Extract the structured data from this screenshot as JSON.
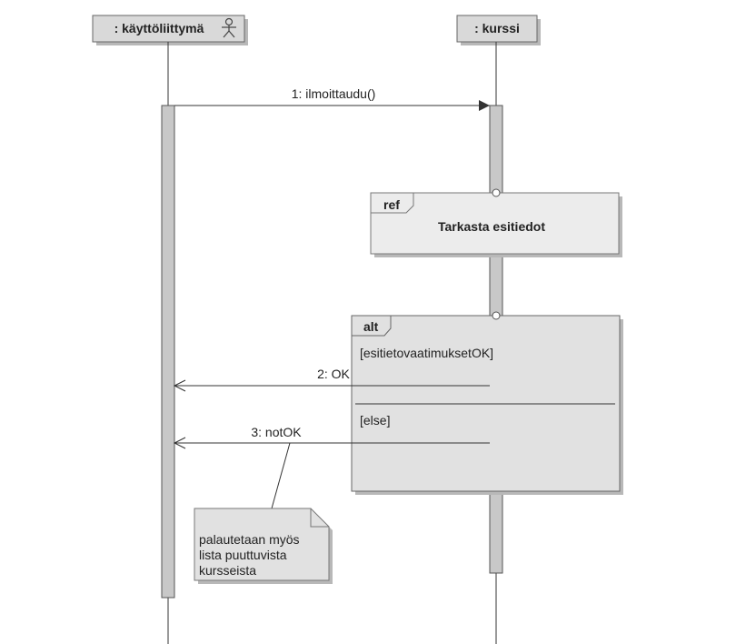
{
  "lifelines": {
    "ui": {
      "label": ": käyttöliittymä",
      "icon": "actor-icon"
    },
    "course": {
      "label": ": kurssi"
    }
  },
  "messages": {
    "m1": "1: ilmoittaudu()",
    "m2": "2: OK",
    "m3": "3: notOK"
  },
  "ref_fragment": {
    "operator": "ref",
    "title": "Tarkasta esitiedot"
  },
  "alt_fragment": {
    "operator": "alt",
    "guard1": "[esitietovaatimuksetOK]",
    "guard2": "[else]"
  },
  "note": {
    "line1": "palautetaan myös",
    "line2": "lista puuttuvista",
    "line3": "kursseista"
  },
  "colors": {
    "header_fill": "#d9d9d9",
    "fragment_fill": "#e1e1e1",
    "shadow": "#b8b8b8",
    "line": "#333333"
  }
}
